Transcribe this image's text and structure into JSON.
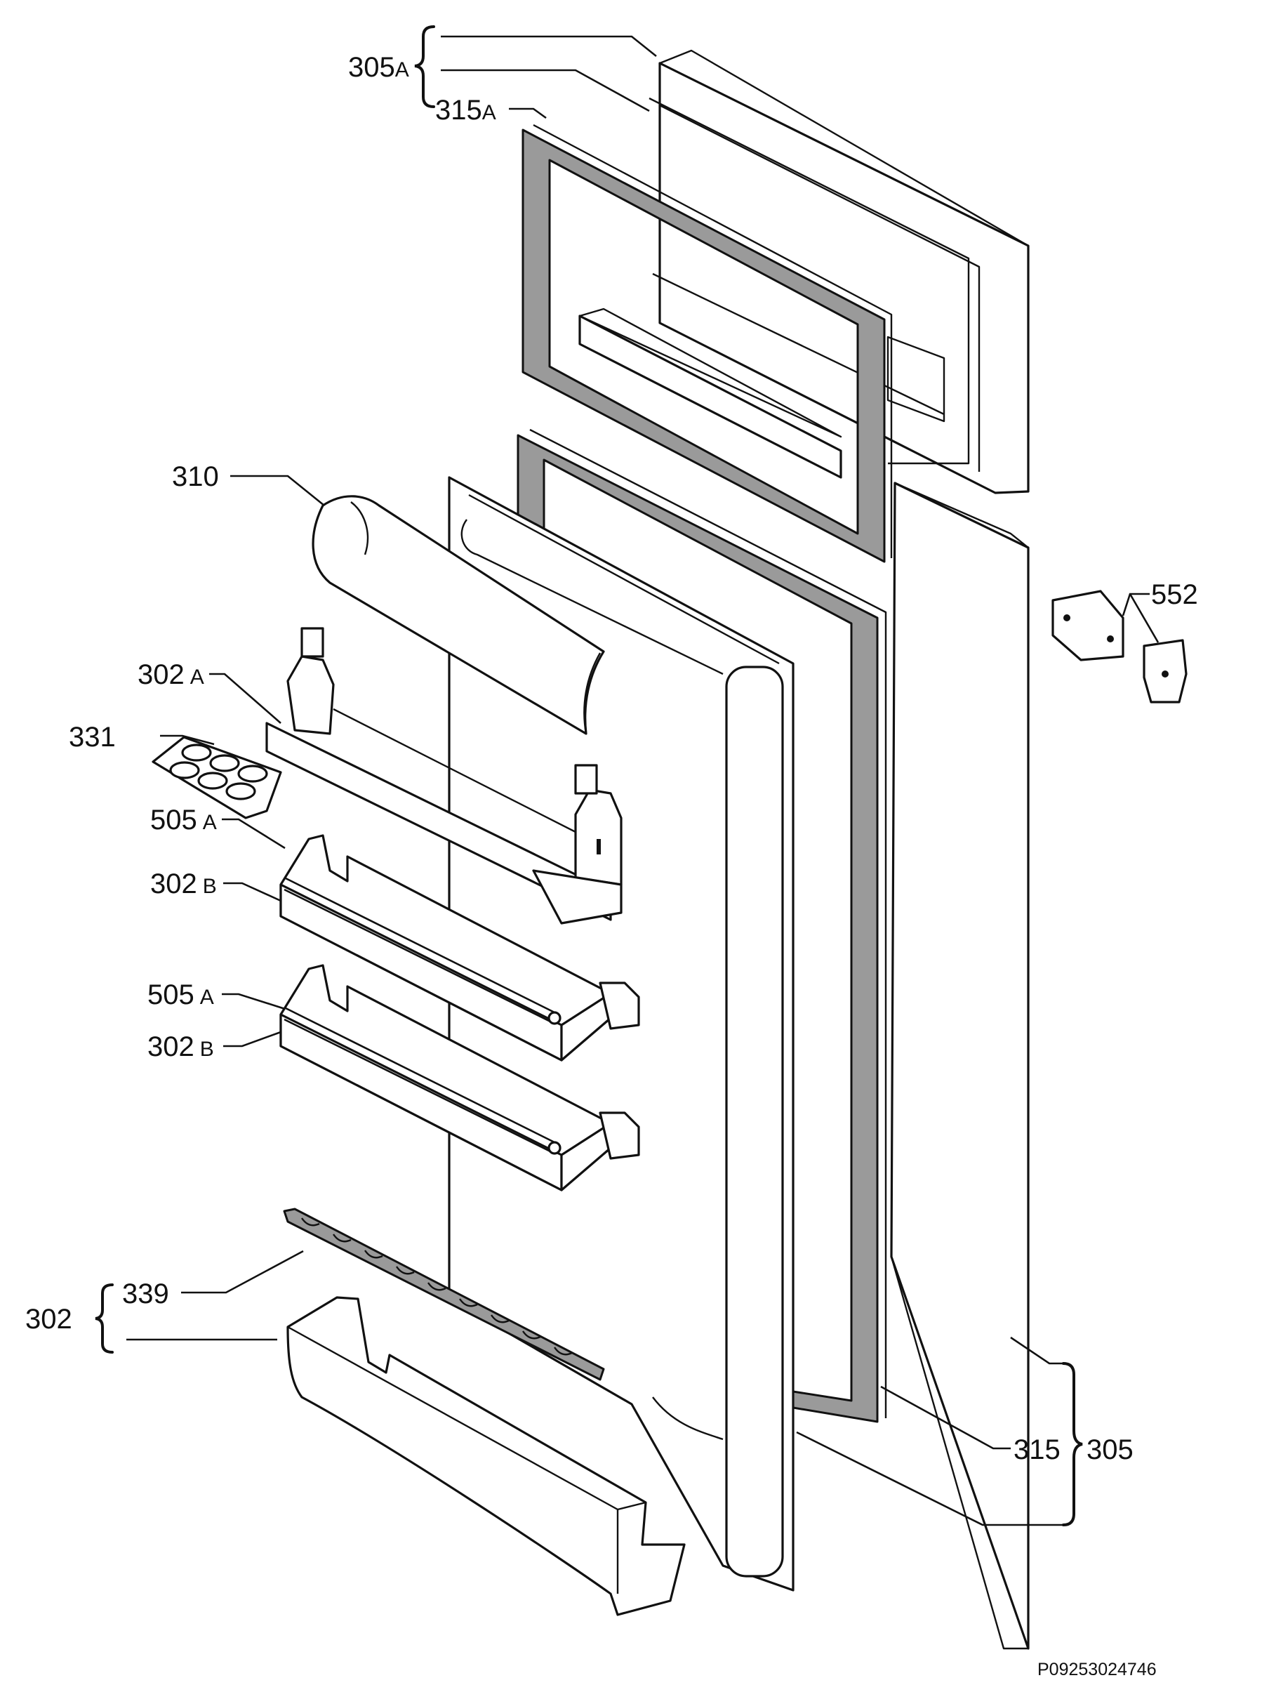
{
  "diagram": {
    "drawing_code": "P09253024746",
    "callouts": {
      "freezer_door": "305",
      "freezer_door_suffix": "A",
      "freezer_gasket": "315",
      "freezer_gasket_suffix": "A",
      "handle": "310",
      "shelf_large": "302",
      "shelf_large_suffix": "A",
      "egg_tray": "331",
      "bar_upper": "505",
      "bar_upper_suffix": "A",
      "shelf_upper": "302",
      "shelf_upper_suffix": "B",
      "bar_lower": "505",
      "bar_lower_suffix": "A",
      "shelf_lower": "302",
      "shelf_lower_suffix": "B",
      "bottle_shelf_group": "302",
      "bottle_rack": "339",
      "hinge": "552",
      "fridge_gasket": "315",
      "fridge_door_group": "305"
    }
  }
}
